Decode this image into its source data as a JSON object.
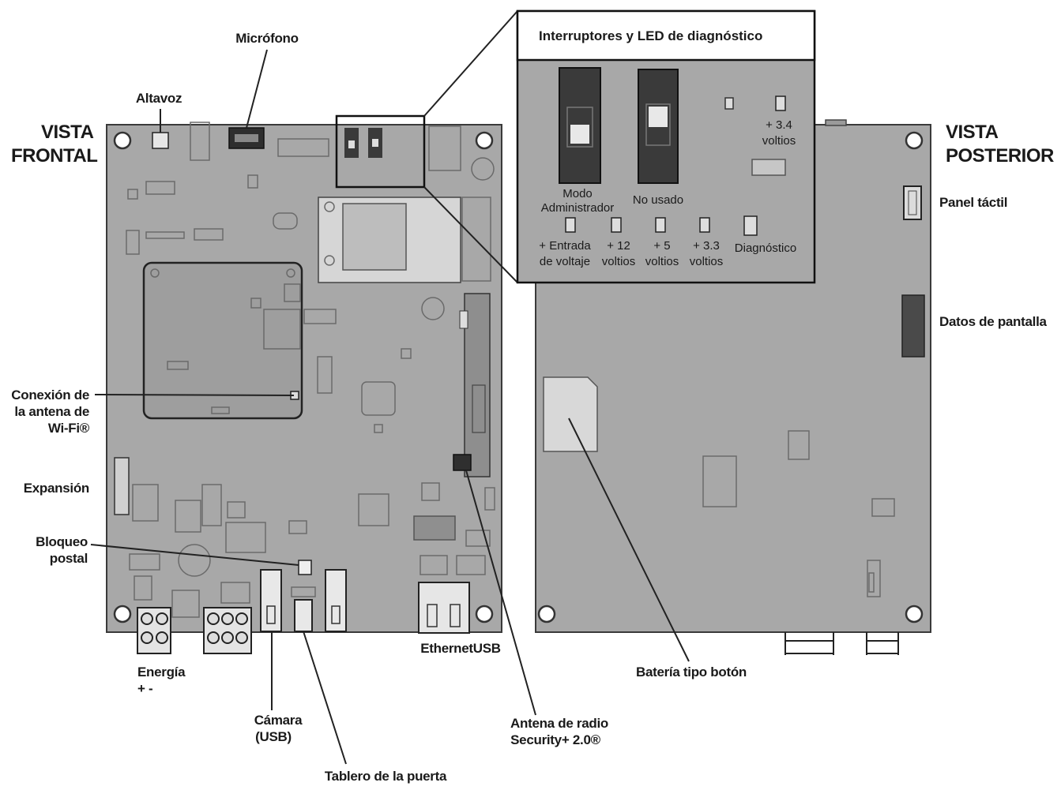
{
  "views": {
    "front_title_line1": "VISTA",
    "front_title_line2": "FRONTAL",
    "rear_title_line1": "VISTA",
    "rear_title_line2": "POSTERIOR"
  },
  "front_labels": {
    "microfono": "Micrófono",
    "altavoz": "Altavoz",
    "wifi_line1": "Conexión de",
    "wifi_line2": "la antena de",
    "wifi_line3": "Wi-Fi®",
    "expansion": "Expansión",
    "bloqueo_line1": "Bloqueo",
    "bloqueo_line2": "postal",
    "energia": "Energía",
    "energia_polarity": "+ -",
    "camara_line1": "Cámara",
    "camara_line2": "(USB)",
    "tablero": "Tablero de la puerta",
    "ethernet_usb": "EthernetUSB",
    "antena_line1": "Antena de radio",
    "antena_line2": "Security+ 2.0®"
  },
  "rear_labels": {
    "panel_tactil": "Panel táctil",
    "datos_pantalla": "Datos de pantalla",
    "bateria": "Batería tipo botón"
  },
  "inset": {
    "title": "Interruptores y LED de diagnóstico",
    "switch_admin_line1": "Modo",
    "switch_admin_line2": "Administrador",
    "switch_unused": "No usado",
    "led_34_line1": "+ 3.4",
    "led_34_line2": "voltios",
    "led_vin_line1": "+ Entrada",
    "led_vin_line2": "de voltaje",
    "led_12_line1": "+ 12",
    "led_12_line2": "voltios",
    "led_5_line1": "+ 5",
    "led_5_line2": "voltios",
    "led_33_line1": "+ 3.3",
    "led_33_line2": "voltios",
    "led_diag": "Diagnóstico"
  }
}
